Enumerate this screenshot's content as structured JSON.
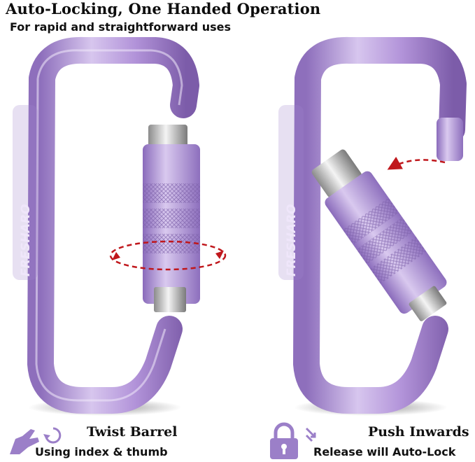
{
  "header": {
    "title": "Auto-Locking, One Handed Operation",
    "subtitle": "For rapid and straightforward uses"
  },
  "product": {
    "brand_mark": "FRESHARO",
    "color": "#b69ad6"
  },
  "features": [
    {
      "title": "Twist Barrel",
      "subtitle": "Using index & thumb",
      "icon": "hand-twist-icon",
      "secondary_icon": "rotate-icon"
    },
    {
      "title": "Push Inwards",
      "subtitle": "Release will Auto-Lock",
      "icon": "padlock-icon",
      "secondary_icon": "push-arrow-icon"
    }
  ],
  "colors": {
    "accent_arrow": "#c0171c",
    "icon": "#9b7fc8"
  }
}
